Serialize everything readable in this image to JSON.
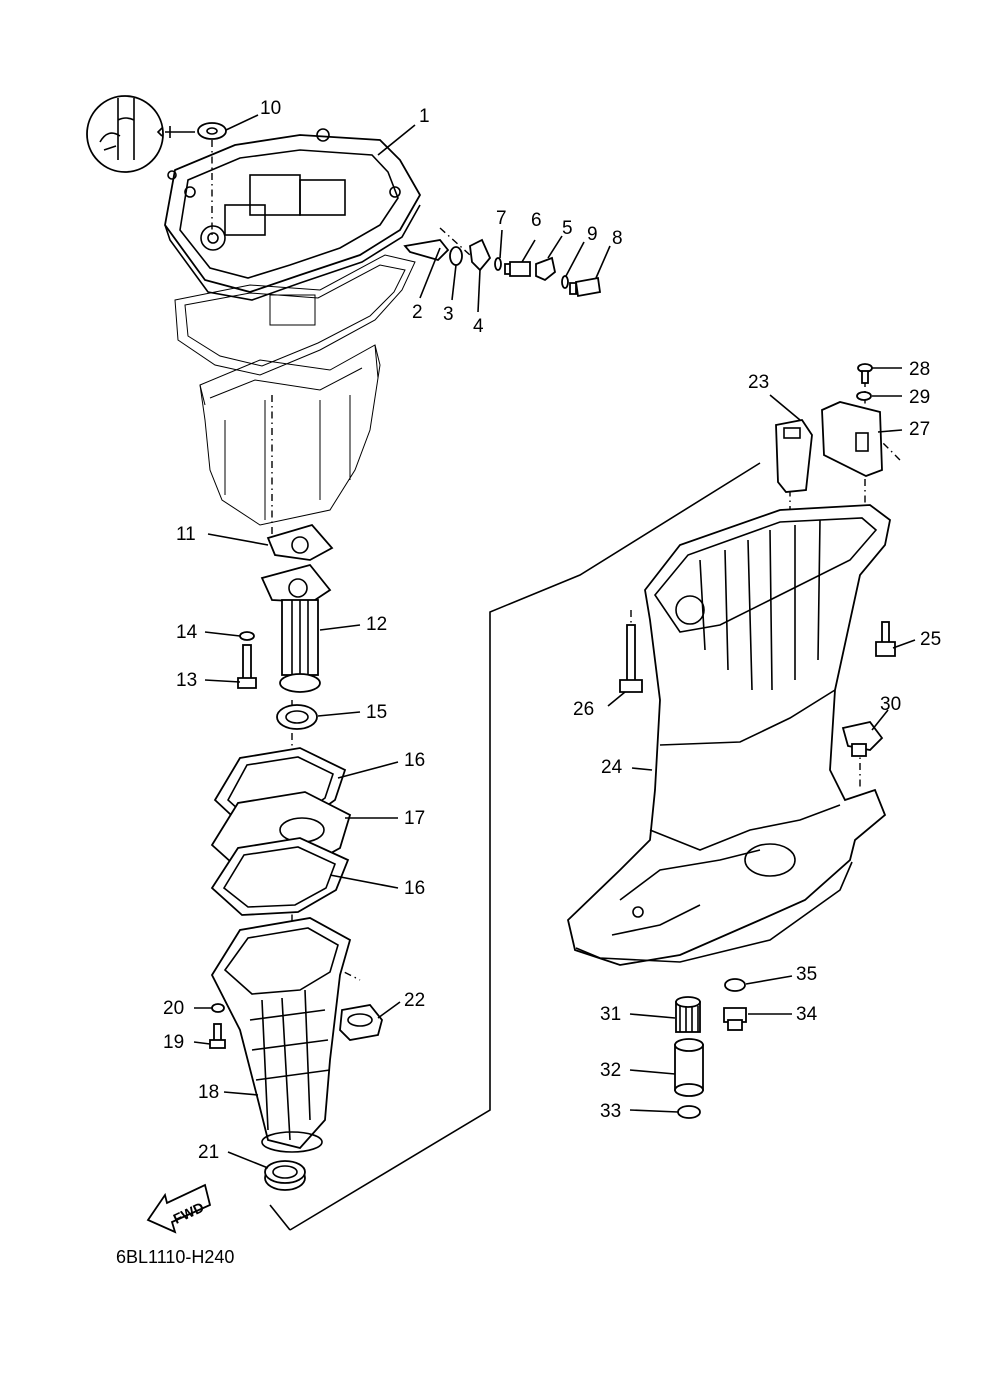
{
  "diagram_code": "6BL1110-H240",
  "fwd_arrow_label": "FWD",
  "callouts": [
    {
      "id": "1",
      "text": "1"
    },
    {
      "id": "2",
      "text": "2"
    },
    {
      "id": "3",
      "text": "3"
    },
    {
      "id": "4",
      "text": "4"
    },
    {
      "id": "5",
      "text": "5"
    },
    {
      "id": "6",
      "text": "6"
    },
    {
      "id": "7",
      "text": "7"
    },
    {
      "id": "8",
      "text": "8"
    },
    {
      "id": "9",
      "text": "9"
    },
    {
      "id": "10",
      "text": "10"
    },
    {
      "id": "11",
      "text": "11"
    },
    {
      "id": "12",
      "text": "12"
    },
    {
      "id": "13",
      "text": "13"
    },
    {
      "id": "14",
      "text": "14"
    },
    {
      "id": "15",
      "text": "15"
    },
    {
      "id": "16a",
      "text": "16"
    },
    {
      "id": "16b",
      "text": "16"
    },
    {
      "id": "17",
      "text": "17"
    },
    {
      "id": "18",
      "text": "18"
    },
    {
      "id": "19",
      "text": "19"
    },
    {
      "id": "20",
      "text": "20"
    },
    {
      "id": "21",
      "text": "21"
    },
    {
      "id": "22",
      "text": "22"
    },
    {
      "id": "23",
      "text": "23"
    },
    {
      "id": "24",
      "text": "24"
    },
    {
      "id": "25",
      "text": "25"
    },
    {
      "id": "26",
      "text": "26"
    },
    {
      "id": "27",
      "text": "27"
    },
    {
      "id": "28",
      "text": "28"
    },
    {
      "id": "29",
      "text": "29"
    },
    {
      "id": "30",
      "text": "30"
    },
    {
      "id": "31",
      "text": "31"
    },
    {
      "id": "32",
      "text": "32"
    },
    {
      "id": "33",
      "text": "33"
    },
    {
      "id": "34",
      "text": "34"
    },
    {
      "id": "35",
      "text": "35"
    }
  ]
}
